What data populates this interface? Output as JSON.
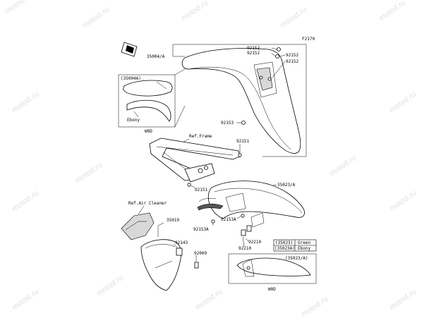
{
  "watermark": "motod.ru",
  "figure_code": "F2170",
  "inset_front_top": {
    "code": "(35004A)",
    "variant": "Ebony",
    "note": "W0D"
  },
  "inset_rear": {
    "note": "W0D"
  },
  "color_table": [
    {
      "code": "(35023)",
      "color": "Green"
    },
    {
      "code": "(35023A)",
      "color": "Ebony"
    }
  ],
  "rear_inset_code": "(35023/A)",
  "refs": {
    "frame": "Ref.Frame",
    "air_cleaner": "Ref.Air Cleaner"
  },
  "labels": {
    "p35004A": "35004/A",
    "p92152a": "92152",
    "p92152b": "92152",
    "p92152c": "92152",
    "p92152d": "92152",
    "p92153": "92153",
    "p92151a": "92151",
    "p92151b": "92151",
    "p35023A": "35023/A",
    "p92153A_a": "92153A",
    "p92153A_b": "92153A",
    "p35019": "35019",
    "p92143": "92143",
    "p92009": "92009",
    "p92210a": "92210",
    "p92210b": "92210"
  }
}
